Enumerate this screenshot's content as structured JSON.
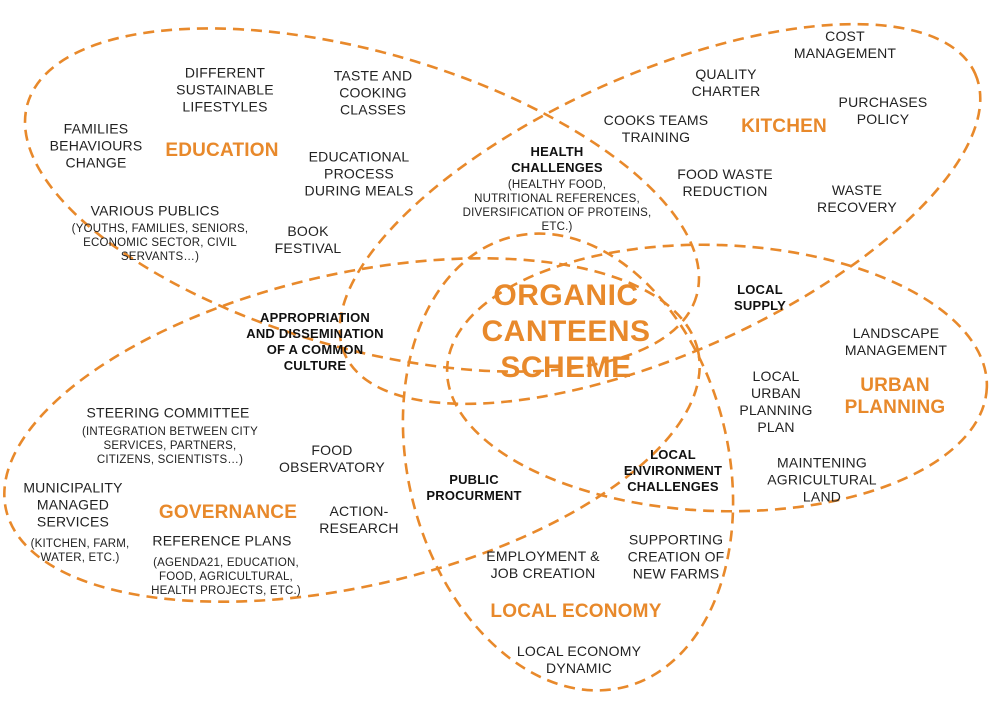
{
  "colors": {
    "accent": "#e8892b",
    "text": "#222222",
    "outline": "#e8892b"
  },
  "center": {
    "title": "ORGANIC\nCANTEENS\nSCHEME"
  },
  "domains": {
    "education": "EDUCATION",
    "kitchen": "KITCHEN",
    "urban_planning": "URBAN\nPLANNING",
    "governance": "GOVERNANCE",
    "local_economy": "LOCAL ECONOMY"
  },
  "education": {
    "lifestyles": "DIFFERENT\nSUSTAINABLE\nLIFESTYLES",
    "taste": "TASTE AND\nCOOKING\nCLASSES",
    "families": "FAMILIES\nBEHAVIOURS\nCHANGE",
    "process": "EDUCATIONAL\nPROCESS\nDURING MEALS",
    "publics_title": "VARIOUS PUBLICS",
    "publics_detail": "(YOUTHS, FAMILIES, SENIORS,\nECONOMIC SECTOR, CIVIL\nSERVANTS…)",
    "book": "BOOK\nFESTIVAL"
  },
  "kitchen": {
    "cost": "COST\nMANAGEMENT",
    "quality": "QUALITY\nCHARTER",
    "purchases": "PURCHASES\nPOLICY",
    "cooks": "COOKS TEAMS\nTRAINING",
    "food_waste": "FOOD WASTE\nREDUCTION",
    "waste_recovery": "WASTE\nRECOVERY"
  },
  "intersections": {
    "health_title": "HEALTH\nCHALLENGES",
    "health_detail": "(HEALTHY FOOD,\nNUTRITIONAL REFERENCES,\nDIVERSIFICATION OF PROTEINS,\nETC.)",
    "appropriation": "APPROPRIATION\nAND DISSEMINATION\nOF A COMMON\nCULTURE",
    "local_supply": "LOCAL\nSUPPLY",
    "public_procurement": "PUBLIC\nPROCURMENT",
    "local_env": "LOCAL\nENVIRONMENT\nCHALLENGES"
  },
  "urban": {
    "landscape": "LANDSCAPE\nMANAGEMENT",
    "local_plan": "LOCAL\nURBAN\nPLANNING\nPLAN",
    "agri_land": "MAINTENING\nAGRICULTURAL\nLAND"
  },
  "governance": {
    "steering_title": "STEERING COMMITTEE",
    "steering_detail": "(INTEGRATION BETWEEN CITY\nSERVICES, PARTNERS,\nCITIZENS, SCIENTISTS…)",
    "observatory": "FOOD\nOBSERVATORY",
    "municipality": "MUNICIPALITY\nMANAGED\nSERVICES",
    "municipality_detail": "(KITCHEN, FARM,\nWATER, ETC.)",
    "action": "ACTION-\nRESEARCH",
    "plans_title": "REFERENCE PLANS",
    "plans_detail": "(AGENDA21, EDUCATION,\nFOOD, AGRICULTURAL,\nHEALTH PROJECTS, ETC.)"
  },
  "economy": {
    "employment": "EMPLOYMENT &\nJOB CREATION",
    "farms": "SUPPORTING\nCREATION OF\nNEW FARMS",
    "dynamic": "LOCAL ECONOMY\nDYNAMIC"
  }
}
